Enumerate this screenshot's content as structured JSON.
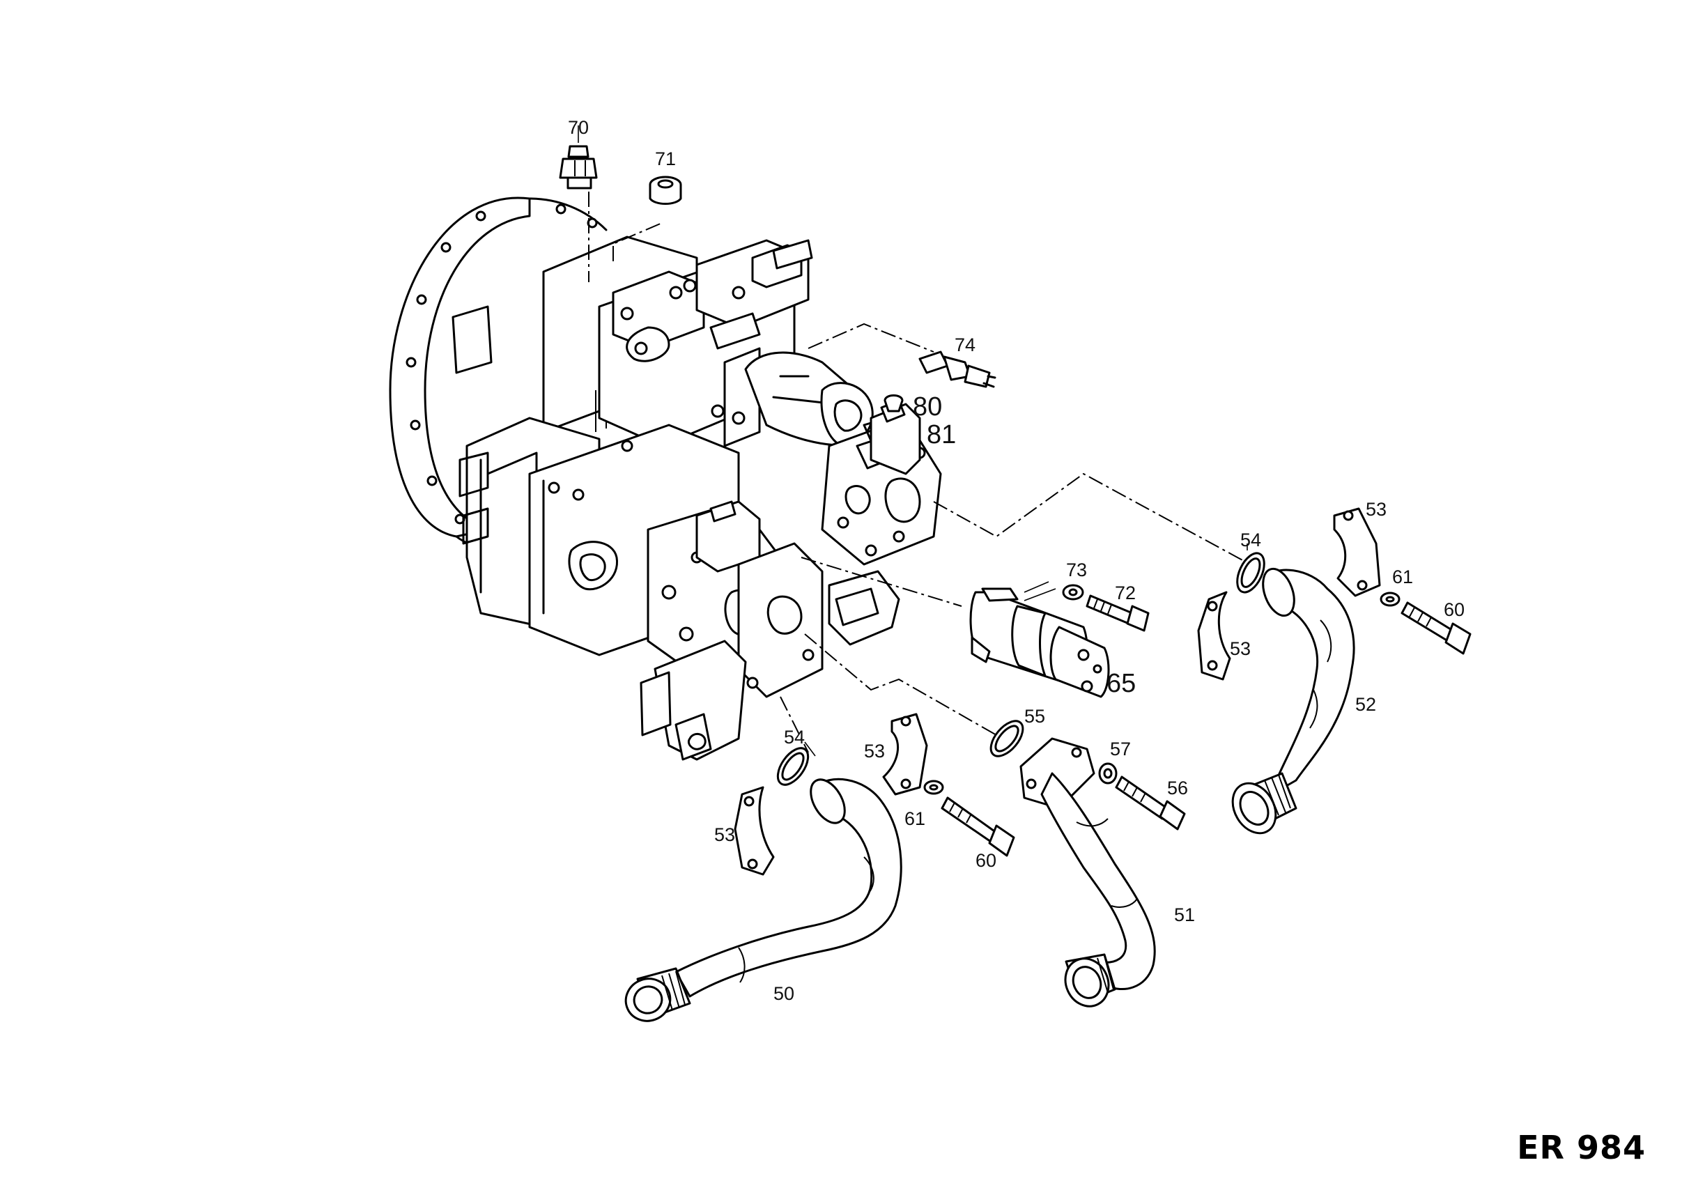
{
  "callouts": [
    {
      "id": "70",
      "label": "70"
    },
    {
      "id": "71",
      "label": "71"
    },
    {
      "id": "74",
      "label": "74"
    },
    {
      "id": "80",
      "label": "80"
    },
    {
      "id": "81",
      "label": "81"
    },
    {
      "id": "73",
      "label": "73"
    },
    {
      "id": "72",
      "label": "72"
    },
    {
      "id": "65",
      "label": "65"
    },
    {
      "id": "54a",
      "label": "54"
    },
    {
      "id": "53a",
      "label": "53"
    },
    {
      "id": "53b",
      "label": "53"
    },
    {
      "id": "61a",
      "label": "61"
    },
    {
      "id": "60a",
      "label": "60"
    },
    {
      "id": "52",
      "label": "52"
    },
    {
      "id": "55",
      "label": "55"
    },
    {
      "id": "57",
      "label": "57"
    },
    {
      "id": "56",
      "label": "56"
    },
    {
      "id": "54b",
      "label": "54"
    },
    {
      "id": "53c",
      "label": "53"
    },
    {
      "id": "53d",
      "label": "53"
    },
    {
      "id": "61b",
      "label": "61"
    },
    {
      "id": "60b",
      "label": "60"
    },
    {
      "id": "51",
      "label": "51"
    },
    {
      "id": "50",
      "label": "50"
    }
  ],
  "document_code": "ER 984"
}
